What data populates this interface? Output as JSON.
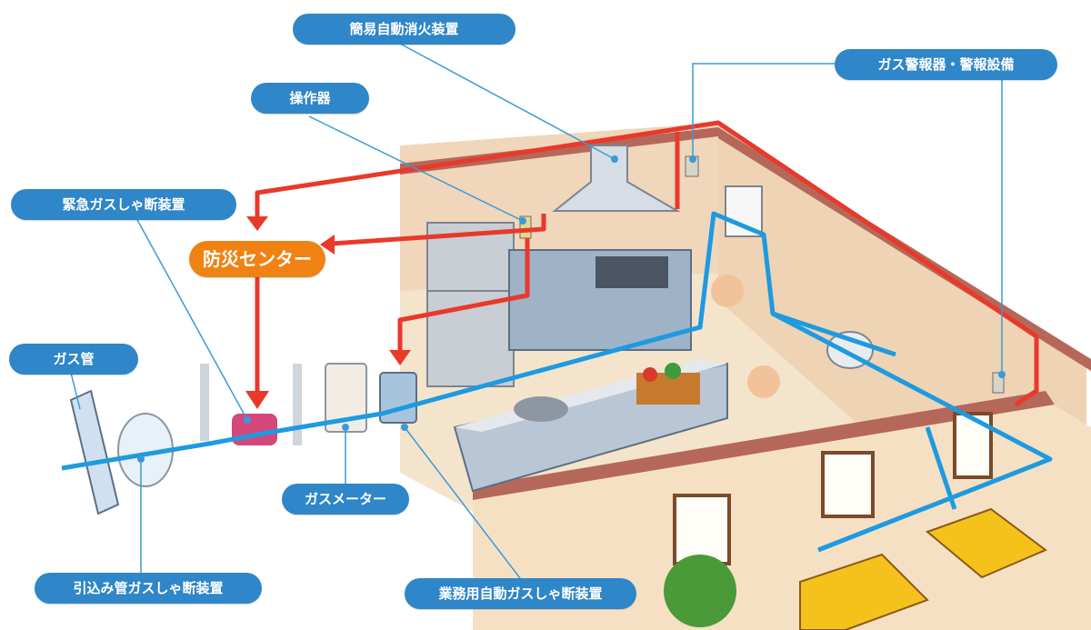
{
  "labels": {
    "auto_fire_extinguisher": "簡易自動消火装置",
    "gas_alarm_equipment": "ガス警報器・警報設備",
    "operator": "操作器",
    "emergency_shutoff": "緊急ガスしゃ断装置",
    "disaster_center": "防災センター",
    "gas_pipe": "ガス管",
    "gas_meter": "ガスメーター",
    "service_pipe_shutoff": "引込み管ガスしゃ断装置",
    "commercial_auto_shutoff": "業務用自動ガスしゃ断装置"
  },
  "colors": {
    "label_blue": "#2f86c8",
    "center_orange": "#f08213",
    "signal_red": "#e8392b",
    "gas_line_blue": "#1e9ae0",
    "wall": "#e8c7a7",
    "wall_top": "#b5685a",
    "floor": "#f5e6cf"
  }
}
